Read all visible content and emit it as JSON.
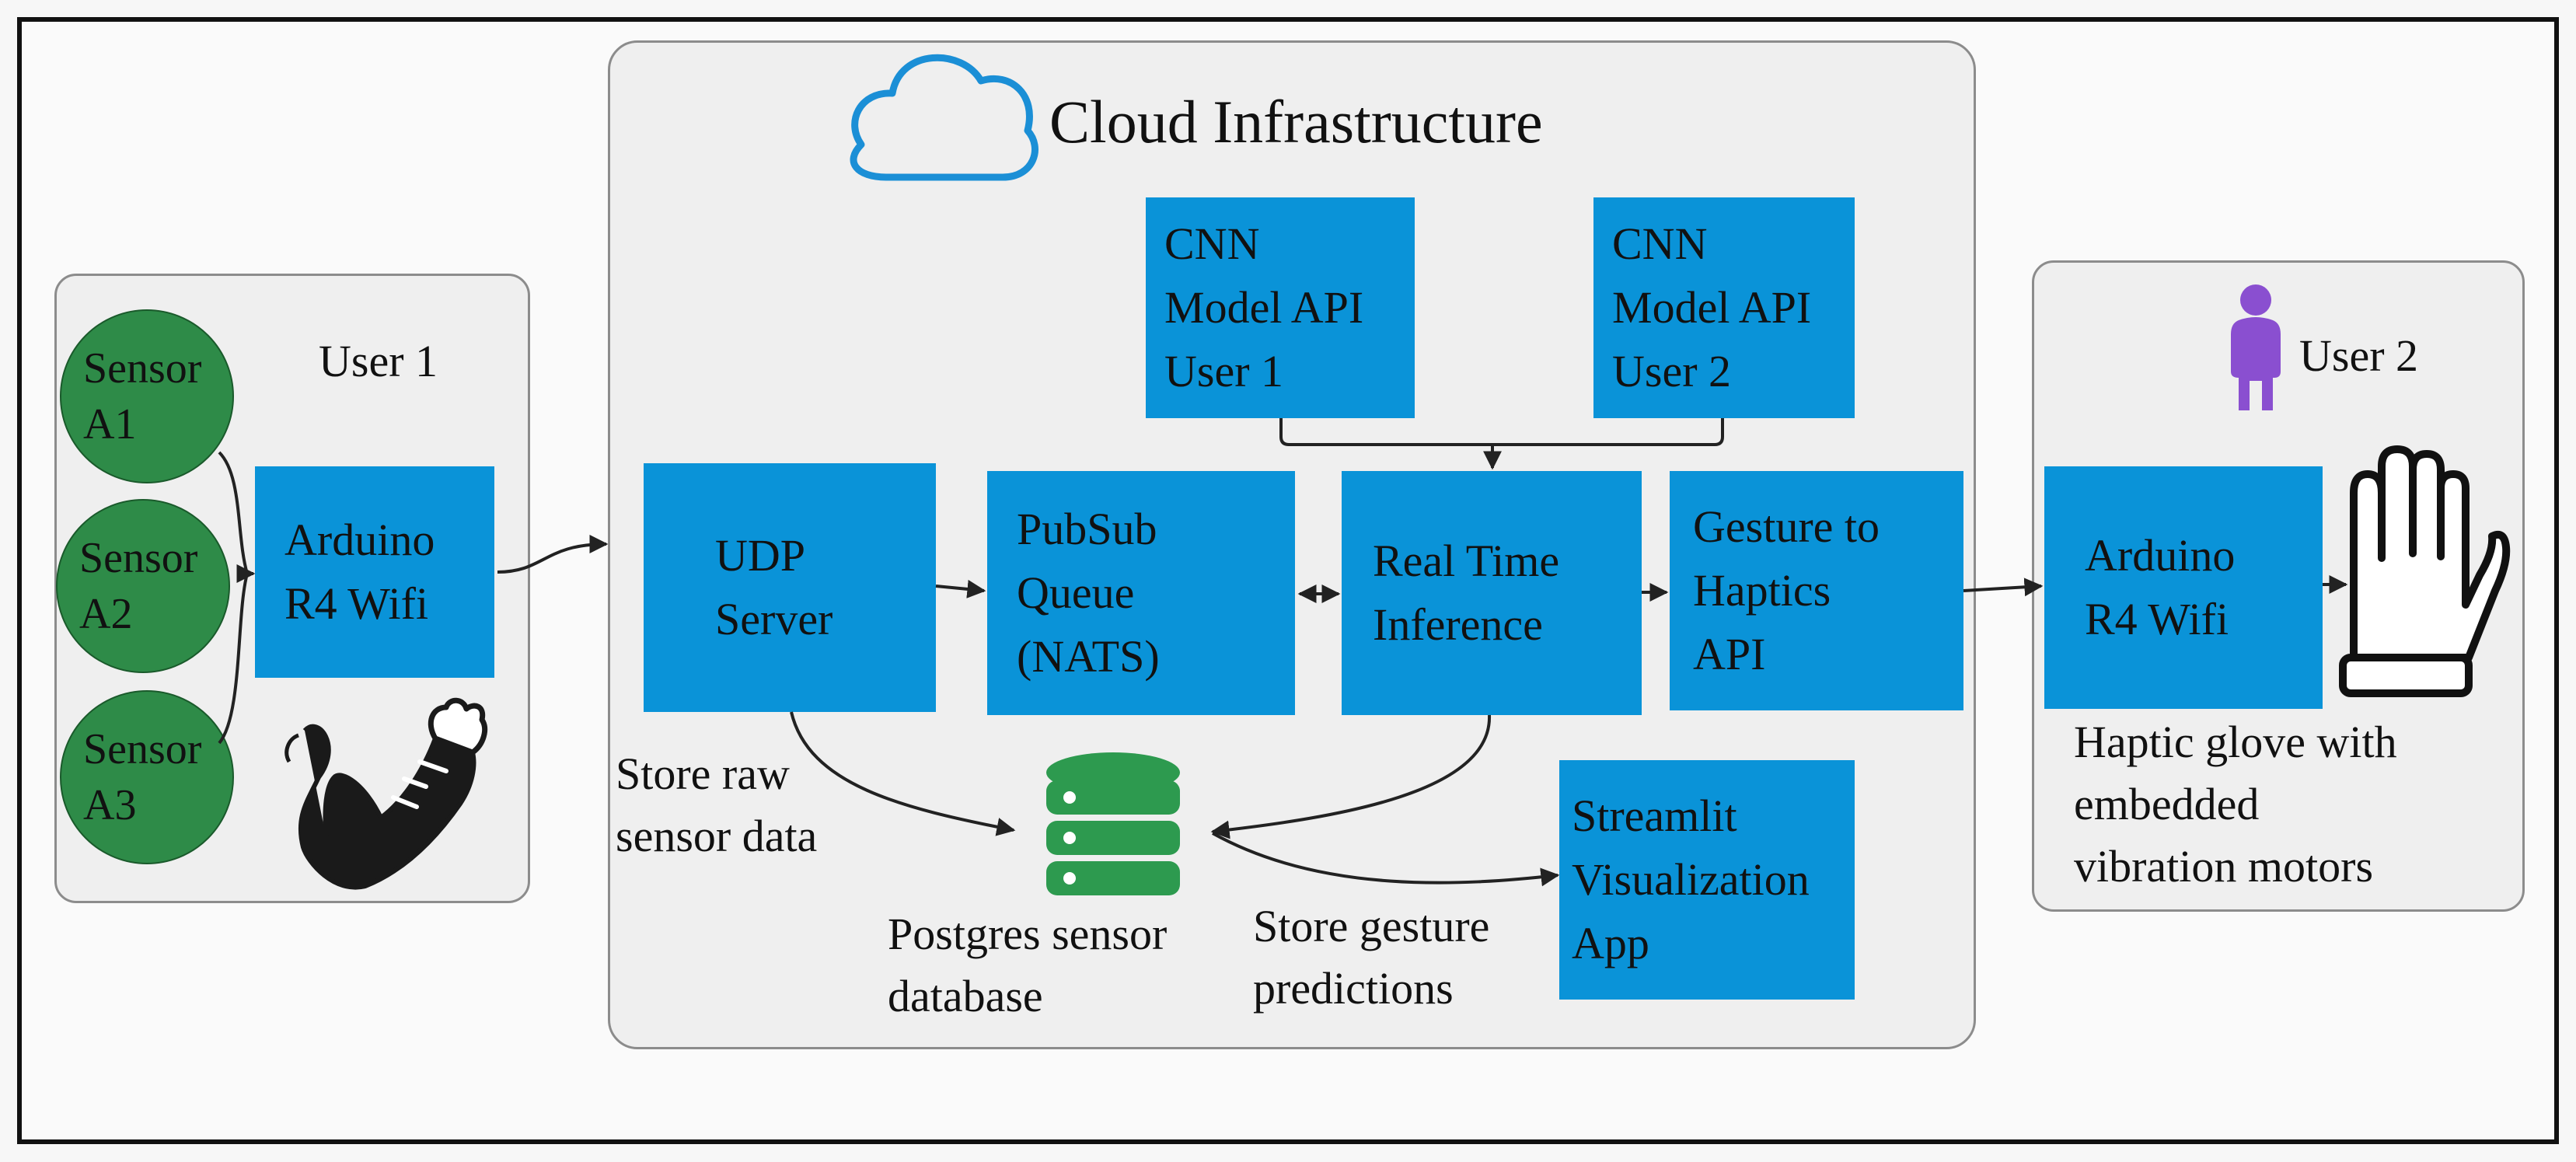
{
  "cloud": {
    "title": "Cloud Infrastructure"
  },
  "user1": {
    "label": "User 1",
    "sensors": [
      {
        "lines": [
          "Sensor",
          "A1"
        ]
      },
      {
        "lines": [
          "Sensor",
          "A2"
        ]
      },
      {
        "lines": [
          "Sensor",
          "A3"
        ]
      }
    ],
    "arduino": {
      "lines": [
        "Arduino",
        "R4 Wifi"
      ]
    }
  },
  "user2": {
    "label": "User 2",
    "arduino": {
      "lines": [
        "Arduino",
        "R4 Wifi"
      ]
    },
    "glove_caption": [
      "Haptic glove with",
      "embedded",
      "vibration motors"
    ]
  },
  "boxes": {
    "cnn1": {
      "lines": [
        "CNN",
        "Model API",
        "User 1"
      ]
    },
    "cnn2": {
      "lines": [
        "CNN",
        "Model API",
        "User 2"
      ]
    },
    "udp": {
      "lines": [
        "UDP",
        "Server"
      ]
    },
    "pubsub": {
      "lines": [
        "PubSub",
        "Queue",
        "(NATS)"
      ]
    },
    "inference": {
      "lines": [
        "Real Time",
        "Inference"
      ]
    },
    "haptics": {
      "lines": [
        "Gesture to",
        "Haptics",
        "API"
      ]
    },
    "streamlit": {
      "lines": [
        "Streamlit",
        "Visualization",
        "App"
      ]
    }
  },
  "captions": {
    "store_raw": [
      "Store raw",
      "sensor data"
    ],
    "postgres": [
      "Postgres sensor",
      "database"
    ],
    "store_pred": [
      "Store gesture",
      "predictions"
    ]
  },
  "colors": {
    "box_blue": "#0a93d8",
    "sensor_green": "#2e8b48",
    "db_green": "#2d9a4f",
    "cloud_icon": "#1b8fd6",
    "person_icon": "#8a4fd0"
  }
}
